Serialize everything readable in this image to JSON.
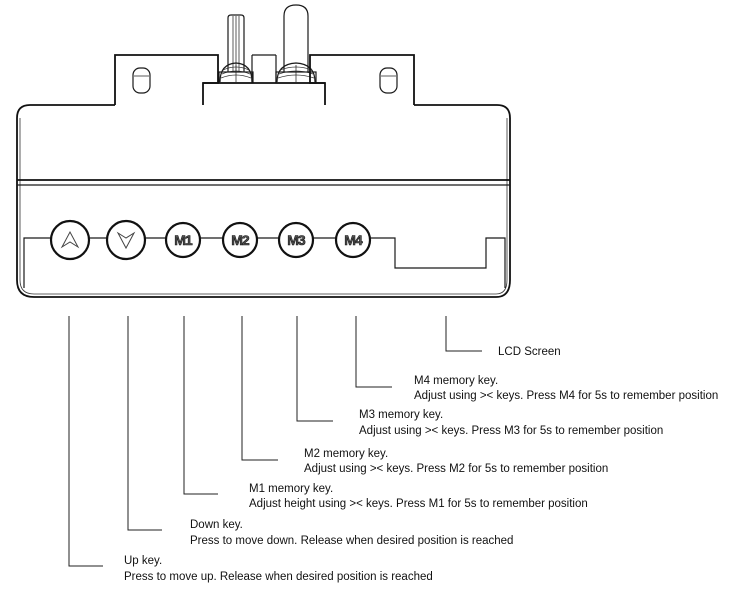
{
  "diagram": {
    "title": "Desk controller keypad",
    "buttons": [
      {
        "id": "up",
        "icon": "chevron-up-icon",
        "text": ""
      },
      {
        "id": "down",
        "icon": "chevron-down-icon",
        "text": ""
      },
      {
        "id": "m1",
        "icon": "",
        "text": "M1"
      },
      {
        "id": "m2",
        "icon": "",
        "text": "M2"
      },
      {
        "id": "m3",
        "icon": "",
        "text": "M3"
      },
      {
        "id": "m4",
        "icon": "",
        "text": "M4"
      }
    ],
    "callouts": {
      "lcd": {
        "title": "LCD Screen"
      },
      "m4": {
        "title": "M4 memory key.",
        "desc": "Adjust using >< keys. Press M4 for 5s to remember position"
      },
      "m3": {
        "title": "M3 memory key.",
        "desc": "Adjust using >< keys. Press M3 for 5s to remember position"
      },
      "m2": {
        "title": "M2 memory key.",
        "desc": "Adjust using >< keys. Press M2 for 5s to remember position"
      },
      "m1": {
        "title": "M1 memory key.",
        "desc": "Adjust height using >< keys. Press M1 for 5s to remember position"
      },
      "down": {
        "title": "Down key.",
        "desc": "Press to move down. Release when desired position is reached"
      },
      "up": {
        "title": "Up key.",
        "desc": "Press to move up. Release when desired position is reached"
      }
    },
    "colors": {
      "line": "#1a1a1a",
      "background": "#ffffff",
      "text": "#111111"
    }
  }
}
